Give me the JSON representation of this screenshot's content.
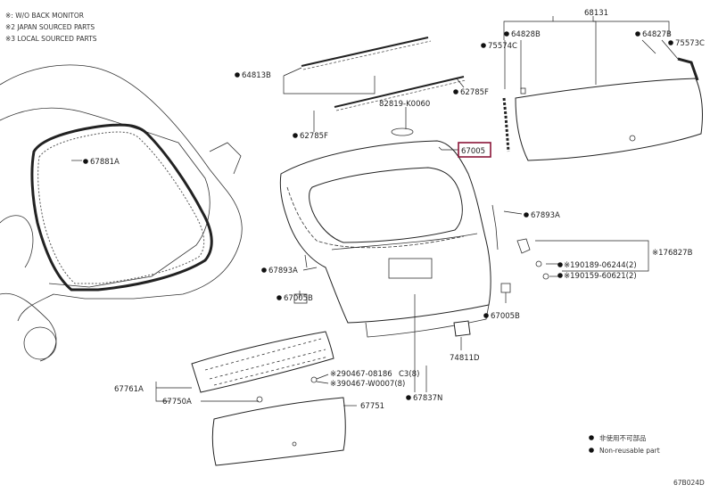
{
  "notes": [
    "※: W/O BACK MONITOR",
    "※2 JAPAN SOURCED PARTS",
    "※3 LOCAL SOURCED PARTS"
  ],
  "callouts": {
    "p68131": "68131",
    "p64828B": "64828B",
    "p64827B": "64827B",
    "p75574C": "75574C",
    "p75573C": "75573C",
    "p64813B": "64813B",
    "p62785F_right": "62785F",
    "p62785F_left": "62785F",
    "p82819": "82819-K0060",
    "p67005": "67005",
    "p67881A": "67881A",
    "p67893A_right": "67893A",
    "p67893A_left": "67893A",
    "p176827B": "※176827B",
    "p190189": "※190189-06244(2)",
    "p190159": "※190159-60621(2)",
    "p67005B_left": "67005B",
    "p67005B_right": "67005B",
    "p74811D": "74811D",
    "p67761A": "67761A",
    "p67750A": "67750A",
    "p290467_a": "※290467-08186",
    "p290467_a_qty": "C3(8)",
    "p290467_b": "※390467-W0007(8)",
    "p67837N": "67837N",
    "p67751": "67751"
  },
  "legend": {
    "item1": "非使用不可部品",
    "item2": "Non-reusable part"
  },
  "figure_code": "67B024D"
}
